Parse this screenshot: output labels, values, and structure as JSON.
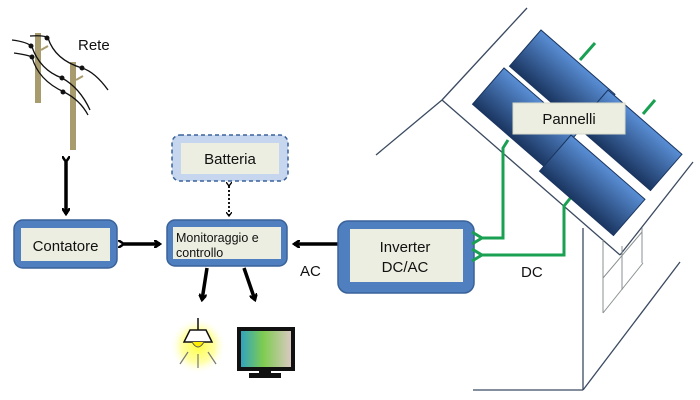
{
  "title": "Impianto fotovoltaico con batteria - schema",
  "nodes": {
    "grid": {
      "label": "Rete",
      "icon": "power-pole-icon"
    },
    "meter": {
      "label": "Contatore"
    },
    "battery": {
      "label": "Batteria"
    },
    "monitor": {
      "label_line1": "Monitoraggio e",
      "label_line2": "controllo"
    },
    "inverter": {
      "label_line1": "Inverter",
      "label_line2": "DC/AC"
    },
    "panels": {
      "label": "Pannelli",
      "icon": "solar-panel-icon"
    },
    "loads": [
      {
        "name": "lamp",
        "icon": "lamp-icon"
      },
      {
        "name": "tv",
        "icon": "monitor-icon"
      }
    ]
  },
  "connections": [
    {
      "from": "grid",
      "to": "meter",
      "type": "bidirectional",
      "label": ""
    },
    {
      "from": "meter",
      "to": "monitor",
      "type": "bidirectional",
      "label": ""
    },
    {
      "from": "battery",
      "to": "monitor",
      "type": "bidirectional-dotted",
      "label": ""
    },
    {
      "from": "inverter",
      "to": "monitor",
      "type": "arrow",
      "label": "AC"
    },
    {
      "from": "panels",
      "to": "inverter",
      "type": "arrow-green",
      "label": "DC"
    },
    {
      "from": "monitor",
      "to": "lamp",
      "type": "arrow",
      "label": ""
    },
    {
      "from": "monitor",
      "to": "tv",
      "type": "arrow",
      "label": ""
    }
  ],
  "edge_labels": {
    "ac": "AC",
    "dc": "DC"
  },
  "colors": {
    "box_border": "#4f7fbf",
    "box_fill": "#ebeee0",
    "battery_fill": "#c5d6ee",
    "wire_green": "#1aa052",
    "panel_light": "#5a8fd6",
    "panel_dark": "#1a3560",
    "pole": "#a89c6e"
  }
}
